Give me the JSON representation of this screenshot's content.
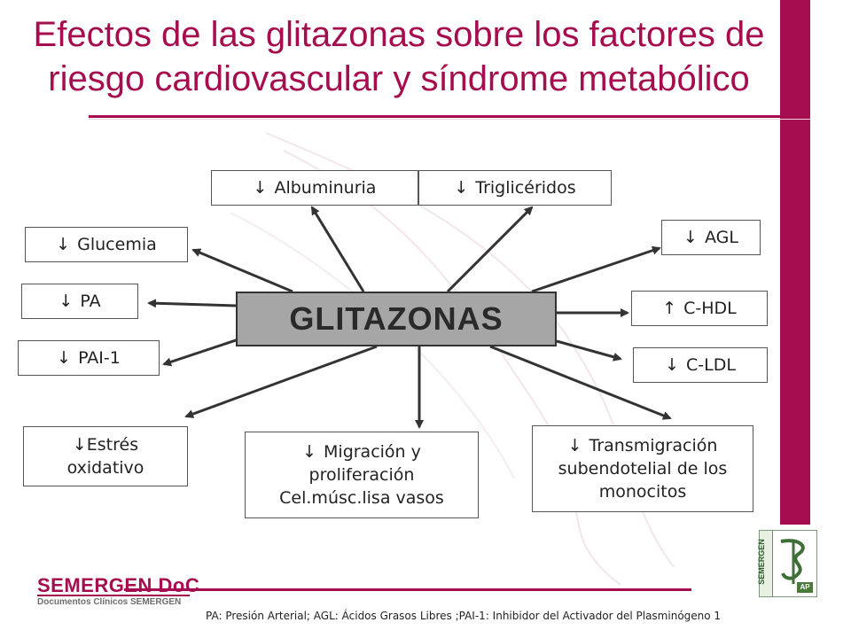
{
  "title": {
    "line1": "Efectos de las glitazonas sobre los factores de",
    "line2": "riesgo cardiovascular y síndrome metabólico"
  },
  "center": {
    "label": "GLITAZONAS"
  },
  "glyphs": {
    "down": "↓",
    "up": "↑"
  },
  "nodes": {
    "albuminuria": {
      "label": "Albuminuria"
    },
    "trigliceridos": {
      "label": "Triglicéridos"
    },
    "glucemia": {
      "label": "Glucemia"
    },
    "pa": {
      "label": "PA"
    },
    "pai1": {
      "label": "PAI-1"
    },
    "agl": {
      "label": "AGL"
    },
    "chdl": {
      "label": "C-HDL"
    },
    "cldl": {
      "label": "C-LDL"
    },
    "estres": {
      "line1": "Estrés",
      "line2": "oxidativo"
    },
    "migracion": {
      "line1": "Migración y",
      "line2": "proliferación",
      "line3": "Cel.músc.lisa vasos"
    },
    "transmigracion": {
      "line1": "Transmigración",
      "line2": "subendotelial de los",
      "line3": "monocitos"
    }
  },
  "logo": {
    "brand": "SEMERGEN",
    "brand_suffix": "DoC",
    "subtitle": "Documentos Clínicos SEMERGEN",
    "badge_text": "SEMERGEN",
    "badge_ap": "AP"
  },
  "footnote": "PA: Presión Arterial; AGL: Ácidos Grasos Libres ;PAI-1: Inhibidor del Activador del Plasminógeno 1",
  "colors": {
    "brand": "#a50d4f",
    "center_fill": "#a6a6a6",
    "arrow": "#333333"
  }
}
